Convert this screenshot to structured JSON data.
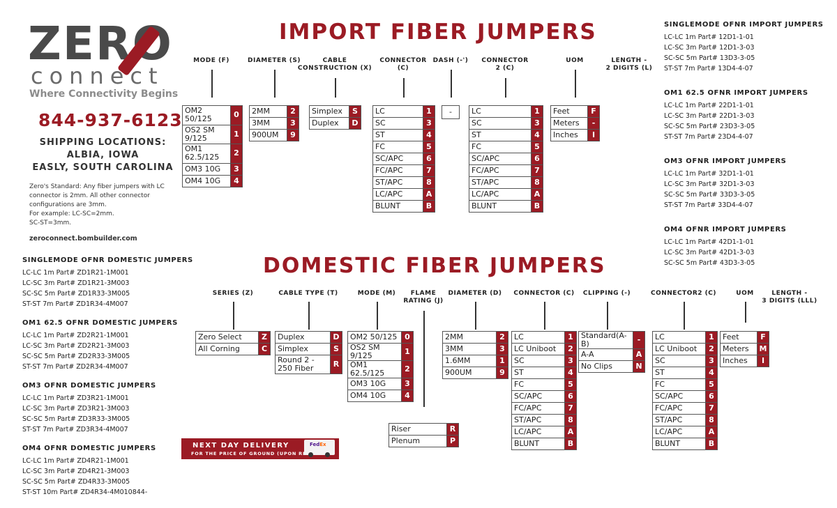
{
  "brand": {
    "logo_main": "ZERO",
    "logo_sub": "connect",
    "tagline": "Where Connectivity Begins",
    "phone": "844-937-6123",
    "shipping_title": "SHIPPING LOCATIONS:",
    "location1": "ALBIA, IOWA",
    "location2": "EASLY, SOUTH CAROLINA",
    "standard1": "Zero's Standard: Any fiber jumpers with LC connector is 2mm. All other connector configurations are 3mm.",
    "standard2": "For example: LC-SC=2mm.",
    "standard3": "SC-ST=3mm.",
    "website": "zeroconnect.bombuilder.com"
  },
  "colors": {
    "accent": "#9b1b24",
    "logo_gray": "#4a4a4a"
  },
  "import_section": {
    "title": "IMPORT FIBER JUMPERS",
    "headers": {
      "mode": "MODE (F)",
      "diameter": "DIAMETER (S)",
      "cable1": "CABLE",
      "cable2": "CONSTRUCTION (X)",
      "conn1a": "CONNECTOR",
      "conn1b": "(C)",
      "dash": "DASH (-')",
      "conn2a": "CONNECTOR",
      "conn2b": "2 (C)",
      "uom": "UOM",
      "len1": "LENGTH -",
      "len2": "2 DIGITS (L)"
    },
    "mode": [
      [
        "OM2\n50/125",
        "0"
      ],
      [
        "OS2 SM\n9/125",
        "1"
      ],
      [
        "OM1\n62.5/125",
        "2"
      ],
      [
        "OM3 10G",
        "3"
      ],
      [
        "OM4 10G",
        "4"
      ]
    ],
    "diameter": [
      [
        "2MM",
        "2"
      ],
      [
        "3MM",
        "3"
      ],
      [
        "900UM",
        "9"
      ]
    ],
    "cable": [
      [
        "Simplex",
        "S"
      ],
      [
        "Duplex",
        "D"
      ]
    ],
    "connector": [
      [
        "LC",
        "1"
      ],
      [
        "SC",
        "3"
      ],
      [
        "ST",
        "4"
      ],
      [
        "FC",
        "5"
      ],
      [
        "SC/APC",
        "6"
      ],
      [
        "FC/APC",
        "7"
      ],
      [
        "ST/APC",
        "8"
      ],
      [
        "LC/APC",
        "A"
      ],
      [
        "BLUNT",
        "B"
      ]
    ],
    "dash": "-",
    "connector2": [
      [
        "LC",
        "1"
      ],
      [
        "SC",
        "3"
      ],
      [
        "ST",
        "4"
      ],
      [
        "FC",
        "5"
      ],
      [
        "SC/APC",
        "6"
      ],
      [
        "FC/APC",
        "7"
      ],
      [
        "ST/APC",
        "8"
      ],
      [
        "LC/APC",
        "A"
      ],
      [
        "BLUNT",
        "B"
      ]
    ],
    "uom": [
      [
        "Feet",
        "F"
      ],
      [
        "Meters",
        "-"
      ],
      [
        "Inches",
        "I"
      ]
    ]
  },
  "domestic_section": {
    "title": "DOMESTIC FIBER JUMPERS",
    "headers": {
      "series": "SERIES (Z)",
      "cable": "CABLE TYPE (T)",
      "mode": "MODE (M)",
      "flame1": "FLAME",
      "flame2": "RATING (J)",
      "diameter": "DIAMETER (D)",
      "connector": "CONNECTOR (C)",
      "clipping": "CLIPPING (-)",
      "connector2": "CONNECTOR2 (C)",
      "uom": "UOM",
      "len1": "LENGTH -",
      "len2": "3 DIGITS (LLL)"
    },
    "series": [
      [
        "Zero Select",
        "Z"
      ],
      [
        "All Corning",
        "C"
      ]
    ],
    "cable": [
      [
        "Duplex",
        "D"
      ],
      [
        "Simplex",
        "S"
      ],
      [
        "Round 2 -\n250 Fiber",
        "R"
      ]
    ],
    "mode": [
      [
        "OM2 50/125",
        "0"
      ],
      [
        "OS2 SM 9/125",
        "1"
      ],
      [
        "OM1 62.5/125",
        "2"
      ],
      [
        "OM3 10G",
        "3"
      ],
      [
        "OM4 10G",
        "4"
      ]
    ],
    "flame": [
      [
        "Riser",
        "R"
      ],
      [
        "Plenum",
        "P"
      ]
    ],
    "diameter": [
      [
        "2MM",
        "2"
      ],
      [
        "3MM",
        "3"
      ],
      [
        "1.6MM",
        "1"
      ],
      [
        "900UM",
        "9"
      ]
    ],
    "connector": [
      [
        "LC",
        "1"
      ],
      [
        "LC Uniboot",
        "2"
      ],
      [
        "SC",
        "3"
      ],
      [
        "ST",
        "4"
      ],
      [
        "FC",
        "5"
      ],
      [
        "SC/APC",
        "6"
      ],
      [
        "FC/APC",
        "7"
      ],
      [
        "ST/APC",
        "8"
      ],
      [
        "LC/APC",
        "A"
      ],
      [
        "BLUNT",
        "B"
      ]
    ],
    "clipping": [
      [
        "Standard(A-B)",
        "-"
      ],
      [
        "A-A",
        "A"
      ],
      [
        "No Clips",
        "N"
      ]
    ],
    "connector2": [
      [
        "LC",
        "1"
      ],
      [
        "LC Uniboot",
        "2"
      ],
      [
        "SC",
        "3"
      ],
      [
        "ST",
        "4"
      ],
      [
        "FC",
        "5"
      ],
      [
        "SC/APC",
        "6"
      ],
      [
        "FC/APC",
        "7"
      ],
      [
        "ST/APC",
        "8"
      ],
      [
        "LC/APC",
        "A"
      ],
      [
        "BLUNT",
        "B"
      ]
    ],
    "uom": [
      [
        "Feet",
        "F"
      ],
      [
        "Meters",
        "M"
      ],
      [
        "Inches",
        "I"
      ]
    ]
  },
  "import_parts": [
    {
      "title": "SINGLEMODE OFNR IMPORT JUMPERS",
      "items": [
        "LC-LC 1m Part# 12D1-1-01",
        "LC-SC 3m Part# 12D1-3-03",
        "SC-SC 5m Part# 13D3-3-05",
        "ST-ST 7m Part# 13D4-4-07"
      ]
    },
    {
      "title": "OM1 62.5 OFNR IMPORT JUMPERS",
      "items": [
        "LC-LC 1m Part# 22D1-1-01",
        "LC-SC 3m Part# 22D1-3-03",
        "SC-SC 5m Part# 23D3-3-05",
        "ST-ST 7m Part# 23D4-4-07"
      ]
    },
    {
      "title": "OM3 OFNR IMPORT JUMPERS",
      "items": [
        "LC-LC 1m Part# 32D1-1-01",
        "LC-SC 3m Part# 32D1-3-03",
        "SC-SC 5m Part# 33D3-3-05",
        "ST-ST 7m Part# 33D4-4-07"
      ]
    },
    {
      "title": "OM4 OFNR IMPORT JUMPERS",
      "items": [
        "LC-LC 1m Part# 42D1-1-01",
        "LC-SC 3m Part# 42D1-3-03",
        "SC-SC 5m Part# 43D3-3-05"
      ]
    }
  ],
  "domestic_parts": [
    {
      "title": "SINGLEMODE OFNR DOMESTIC JUMPERS",
      "items": [
        "LC-LC 1m Part# ZD1R21-1M001",
        "LC-SC 3m Part# ZD1R21-3M003",
        "SC-SC 5m Part# ZD1R33-3M005",
        "ST-ST 7m Part# ZD1R34-4M007"
      ]
    },
    {
      "title": "OM1 62.5 OFNR DOMESTIC JUMPERS",
      "items": [
        "LC-LC 1m Part# ZD2R21-1M001",
        "LC-SC 3m Part# ZD2R21-3M003",
        "SC-SC 5m Part# ZD2R33-3M005",
        "ST-ST 7m Part# ZD2R34-4M007"
      ]
    },
    {
      "title": "OM3 OFNR DOMESTIC JUMPERS",
      "items": [
        "LC-LC 1m Part# ZD3R21-1M001",
        "LC-SC 3m Part# ZD3R21-3M003",
        "SC-SC 5m Part# ZD3R33-3M005",
        "ST-ST 7m Part# ZD3R34-4M007"
      ]
    },
    {
      "title": "OM4 OFNR DOMESTIC JUMPERS",
      "items": [
        "LC-LC 1m Part# ZD4R21-1M001",
        "LC-SC 3m Part# ZD4R21-3M003",
        "SC-SC 5m Part# ZD4R33-3M005",
        "ST-ST 10m Part# ZD4R34-4M010844-"
      ]
    }
  ],
  "promo": {
    "line1": "NEXT DAY DELIVERY",
    "line2": "FOR THE PRICE OF GROUND (UPON REQUEST)",
    "truck_logo_a": "Fed",
    "truck_logo_b": "Ex"
  }
}
